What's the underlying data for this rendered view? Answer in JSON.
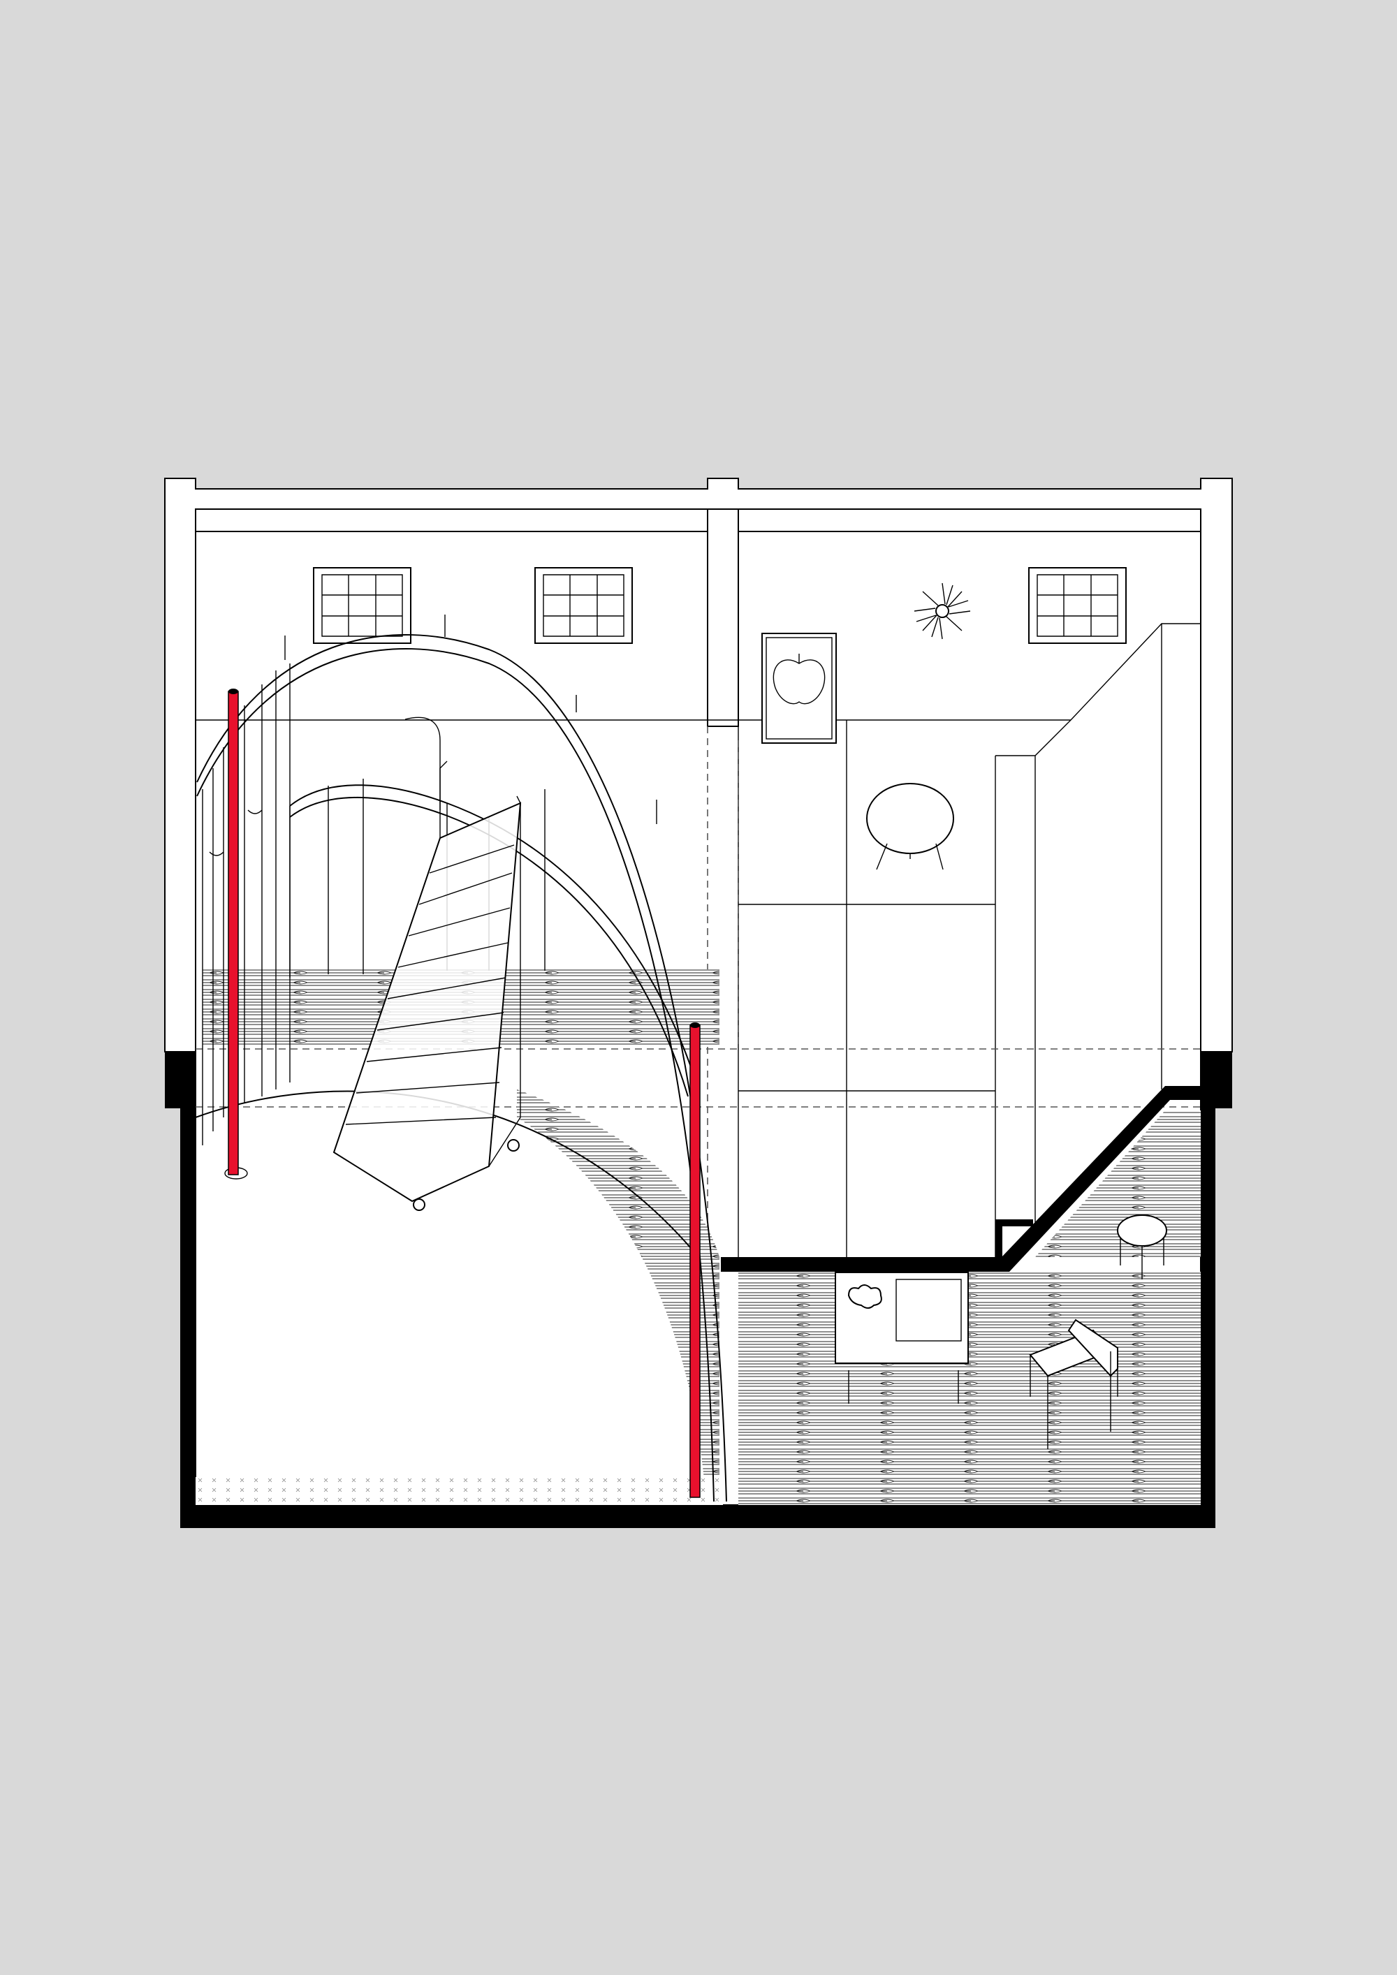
{
  "drawing": {
    "kind": "architectural-section-perspective",
    "colors": {
      "background": "#d9d9d9",
      "paper": "#ffffff",
      "line": "#000000",
      "section_fill": "#000000",
      "poles": "#e8112d"
    },
    "elements": [
      "building-section",
      "arched-bridge",
      "ladder-stair",
      "red-pole",
      "curtain",
      "window",
      "sun-clock",
      "apple-poster",
      "round-table",
      "side-table",
      "chair",
      "stool",
      "wood-floor"
    ]
  }
}
